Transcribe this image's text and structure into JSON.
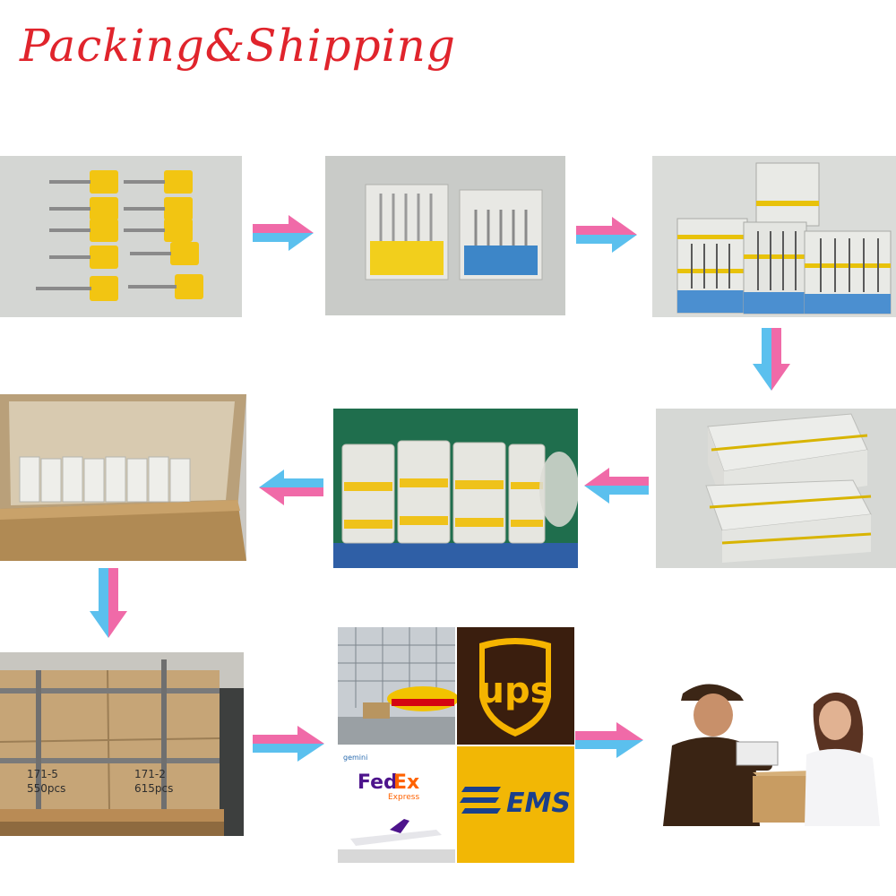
{
  "title": "Packing&Shipping",
  "carriers": {
    "ups": "ups",
    "fedex_fed": "Fed",
    "fedex_ex": "Ex",
    "fedex_express": "Express",
    "ems": "EMS",
    "gemini": "gemini"
  },
  "carton_labels": {
    "left_code": "171-5",
    "left_qty": "550pcs",
    "right_code": "171-2",
    "right_qty": "615pcs"
  },
  "colors": {
    "title_red": "#e0242c",
    "arrow_pink": "#f06aa8",
    "arrow_blue": "#5bc0ee",
    "ups_brown": "#3a1e0e",
    "ups_gold": "#f5b400",
    "fedex_purple": "#4d148c",
    "fedex_orange": "#ff6200",
    "ems_yellow": "#f2b705"
  }
}
